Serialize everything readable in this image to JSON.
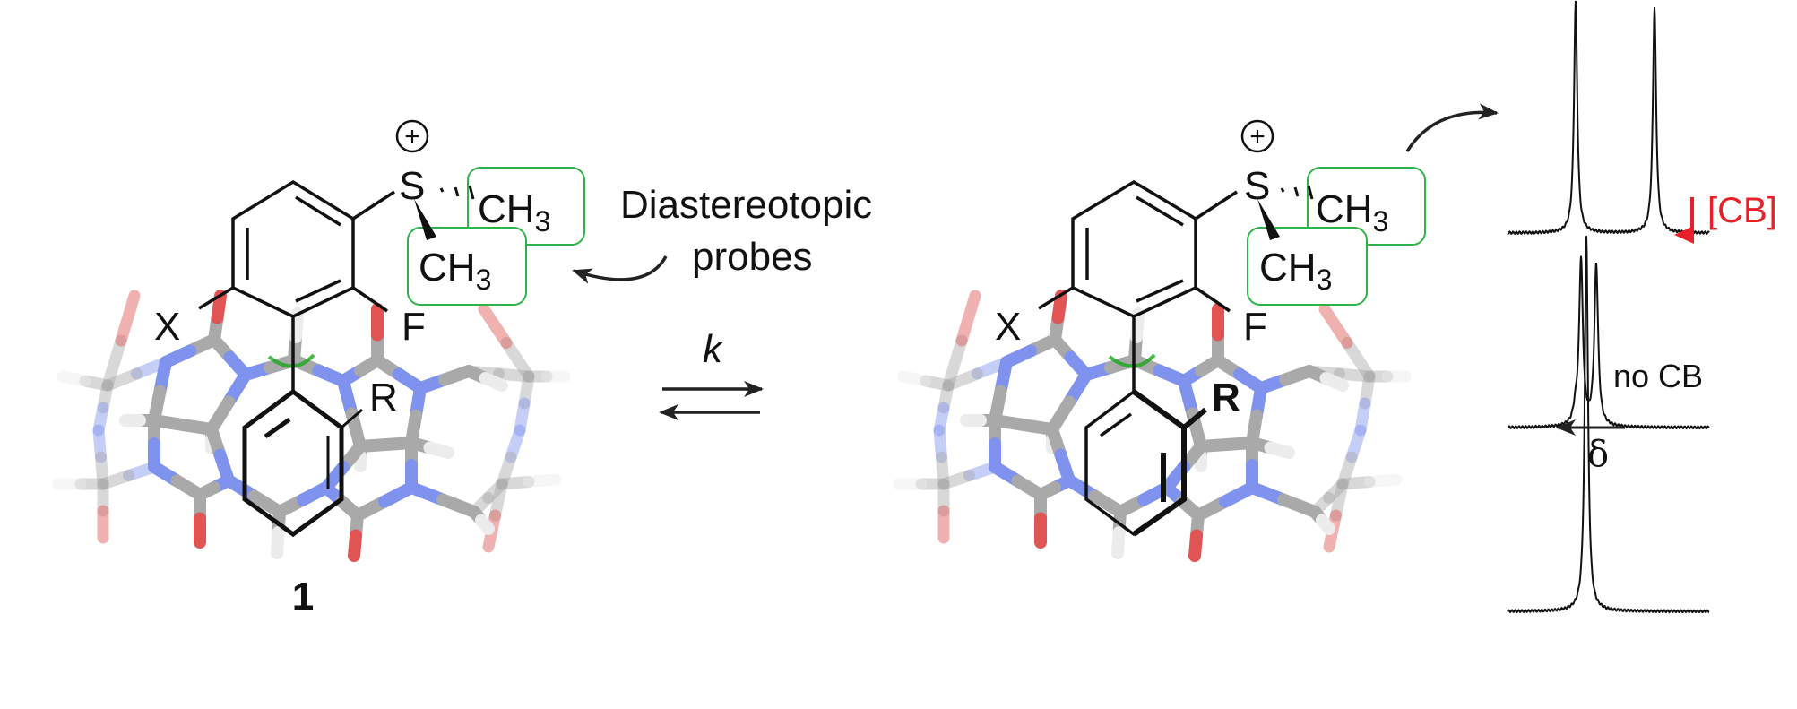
{
  "left_molecule": {
    "charge": "+",
    "sulfur": "S",
    "methyl_upper": {
      "main": "CH",
      "sub": "3"
    },
    "methyl_lower": {
      "main": "CH",
      "sub": "3"
    },
    "substituent_x": "X",
    "substituent_f": "F",
    "substituent_r": "R",
    "compound_number": "1"
  },
  "right_molecule": {
    "charge": "+",
    "sulfur": "S",
    "methyl_upper": {
      "main": "CH",
      "sub": "3"
    },
    "methyl_lower": {
      "main": "CH",
      "sub": "3"
    },
    "substituent_x": "X",
    "substituent_f": "F",
    "substituent_r": "R"
  },
  "annotation": {
    "line1": "Diastereotopic",
    "line2": "probes"
  },
  "equilibrium": {
    "rate_constant": "k"
  },
  "spectra": {
    "concentration_label": "[CB]",
    "reference_label": "no CB",
    "shift_axis_label": "δ"
  },
  "colors": {
    "probe_box": "#2db34a",
    "concentration_arrow": "#e8202a",
    "carbon": "#a9a9a9",
    "nitrogen": "#7f93ee",
    "oxygen": "#e05454",
    "hydrogen": "#ececec",
    "rotation_arrow": "#1aa81a"
  }
}
